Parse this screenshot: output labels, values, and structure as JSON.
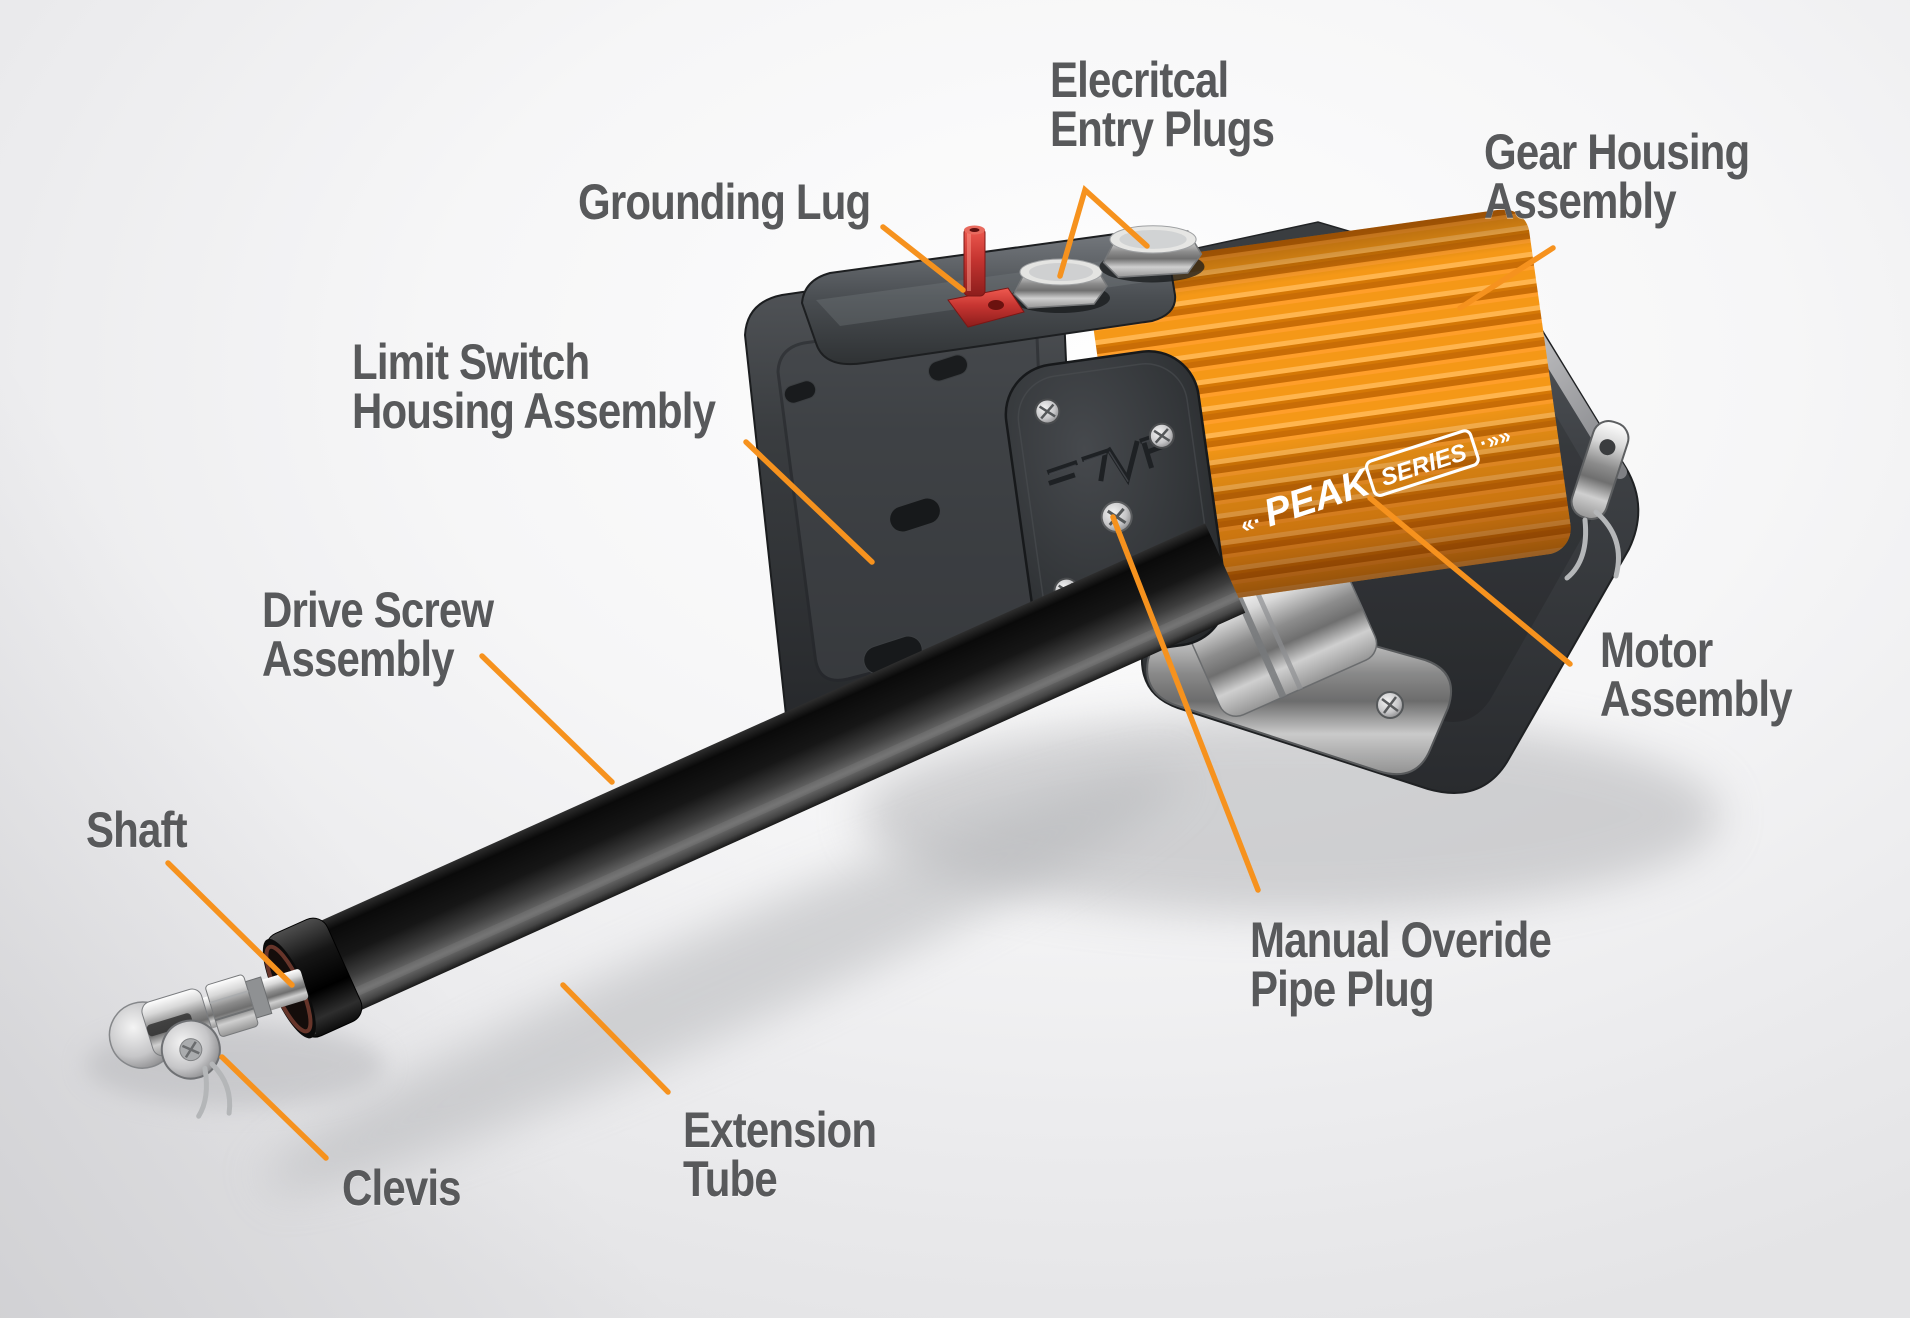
{
  "diagram": {
    "subject": "PEAK Series electric linear actuator — labeled parts callout diagram",
    "colors": {
      "label_text": "#58595B",
      "leader_line": "#F6921E",
      "motor_orange": "#F59310",
      "grounding_lug_red": "#C0392B",
      "background": "#F0F0F2"
    },
    "motor_badge": {
      "pre": "«·",
      "name": "PEAK",
      "series": "SERIES",
      "post": "·»»"
    },
    "labels": {
      "electrical": {
        "line1": "Elecritcal",
        "line2": "Entry Plugs"
      },
      "gear": {
        "line1": "Gear Housing",
        "line2": "Assembly"
      },
      "grounding": {
        "line1": "Grounding Lug"
      },
      "limit": {
        "line1": "Limit Switch",
        "line2": "Housing Assembly"
      },
      "drive": {
        "line1": "Drive Screw",
        "line2": "Assembly"
      },
      "shaft": {
        "line1": "Shaft"
      },
      "clevis": {
        "line1": "Clevis"
      },
      "extension": {
        "line1": "Extension",
        "line2": "Tube"
      },
      "manual": {
        "line1": "Manual Overide",
        "line2": "Pipe Plug"
      },
      "motor": {
        "line1": "Motor",
        "line2": "Assembly"
      }
    }
  }
}
